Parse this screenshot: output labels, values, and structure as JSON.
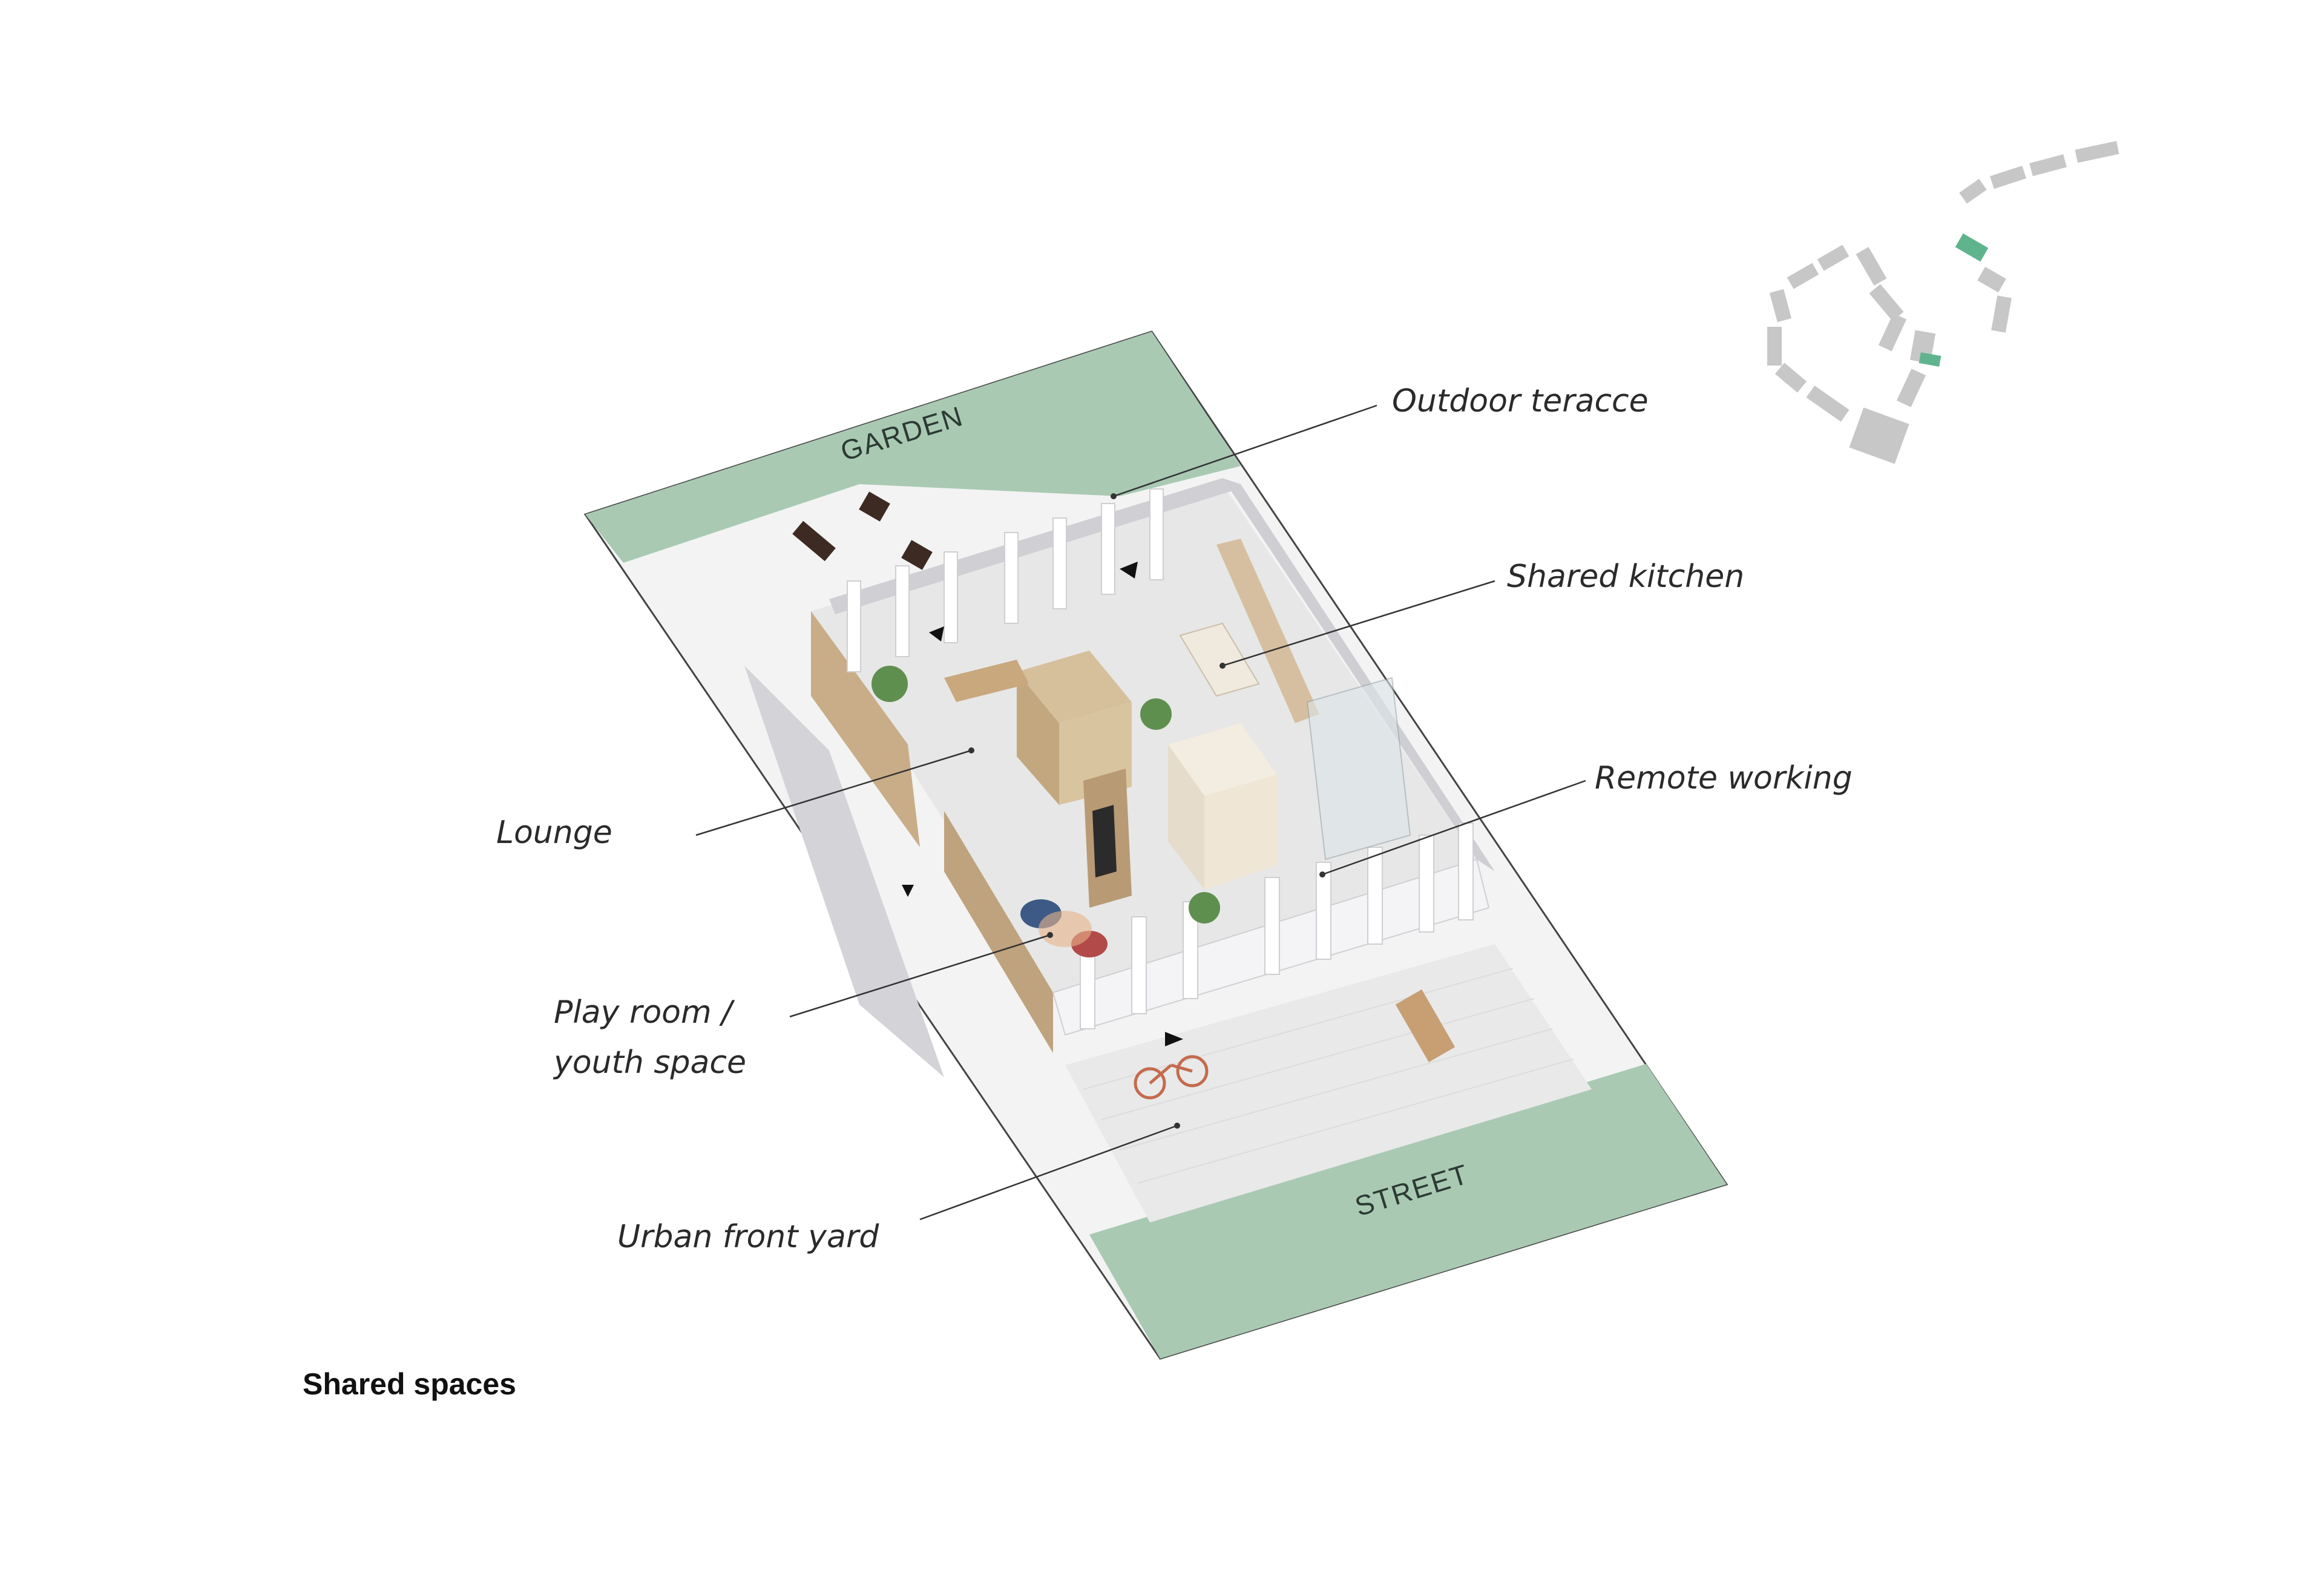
{
  "zones": {
    "garden": "GARDEN",
    "street": "STREET"
  },
  "labels": {
    "outdoor_terrace": "Outdoor teracce",
    "shared_kitchen": "Shared kitchen",
    "remote_working": "Remote working",
    "lounge": "Lounge",
    "play_room_line1": "Play room /",
    "play_room_line2": "youth space",
    "urban_front_yard": "Urban front yard"
  },
  "caption": "Shared spaces",
  "colors": {
    "green": "#a9c9b3",
    "highlight": "#5fb48e",
    "building_grey": "#c7c7c7",
    "leader_line": "#333333",
    "wood": "#c9b28f",
    "pavement": "#f0f0f0"
  }
}
